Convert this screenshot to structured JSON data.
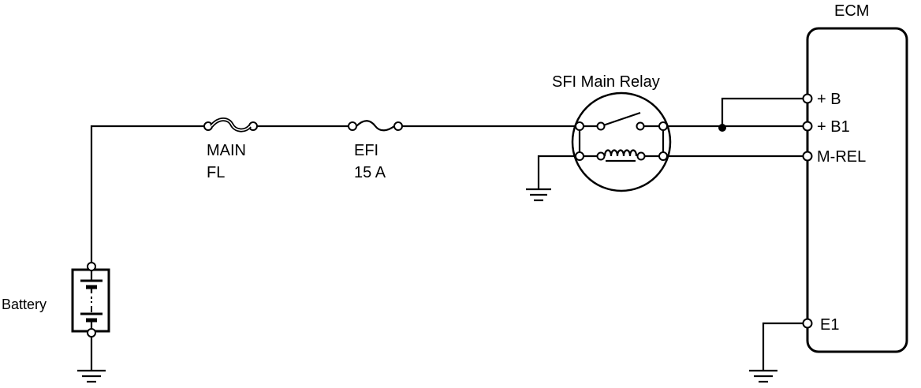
{
  "diagram": {
    "ecm": {
      "title": "ECM",
      "pins": {
        "b": "+ B",
        "b1": "+ B1",
        "mrel": "M-REL",
        "e1": "E1"
      }
    },
    "relay": {
      "title": "SFI Main Relay"
    },
    "main_fuse": {
      "line1": "MAIN",
      "line2": "FL"
    },
    "efi_fuse": {
      "line1": "EFI",
      "line2": "15 A"
    },
    "battery": {
      "label": "Battery"
    }
  }
}
